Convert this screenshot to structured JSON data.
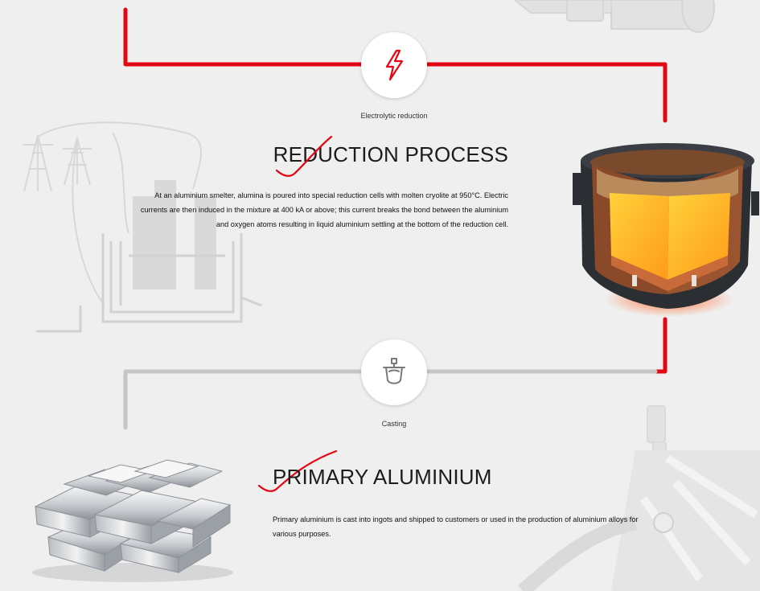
{
  "steps": [
    {
      "caption": "Electrolytic reduction",
      "icon": "lightning-icon",
      "heading": "REDUCTION PROCESS",
      "description": "At an aluminium smelter, alumina is poured into special reduction cells with molten cryolite at 950°C. Electric currents are then induced in the mixture at 400 kA or above; this current breaks the bond between the aluminium and oxygen atoms resulting in liquid aluminium settling at the bottom of the reduction cell."
    },
    {
      "caption": "Casting",
      "icon": "ladle-icon",
      "heading": "PRIMARY ALUMINIUM",
      "description": "Primary aluminium is cast into ingots and shipped to customers or used in the production of aluminium alloys for various purposes."
    }
  ],
  "colors": {
    "accent_red": "#e30613",
    "inactive_line": "#c6c6c6",
    "background": "#efefef"
  }
}
